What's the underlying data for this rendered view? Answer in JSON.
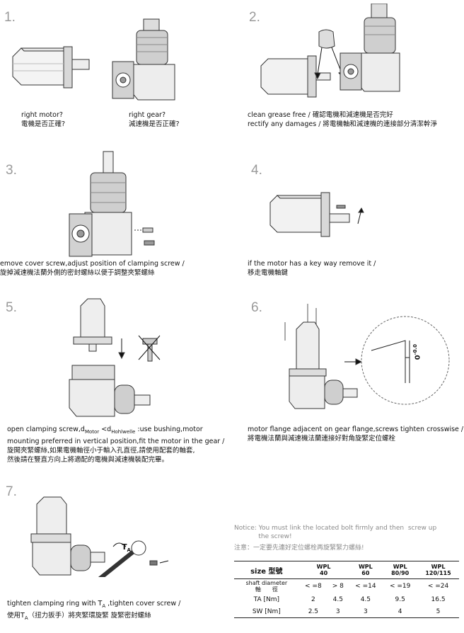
{
  "steps": [
    {
      "number": "1.",
      "captions": [
        {
          "text": "right motor?\n電機是否正確?"
        },
        {
          "text": "right gear?\n減速機是否正確?"
        }
      ]
    },
    {
      "number": "2.",
      "caption": "clean grease free / 確認電機和減速機是否完好\nrectify any damages / 將電機軸和減速機的連接部分清潔幹淨"
    },
    {
      "number": "3.",
      "caption": "emove cover screw,adjust position of clamping screw /\n旋掉減速機法蘭外側的密封螺絲以便于調整夾緊螺絲"
    },
    {
      "number": "4.",
      "caption": "if the motor has a key way remove it /\n移走電機軸鍵"
    },
    {
      "number": "5.",
      "caption_line1_prefix": "open clamping screw,d",
      "sub_motor": "Motor",
      "lt": " <d",
      "sub_hohl": "Hohlwelle",
      "caption_line1_suffix": " :use bushing,motor",
      "caption_rest": "mounting preferred in vertical position,fit the motor in the gear /\n旋開夾緊螺絲,如果電機軸徑小于輸入孔直徑,請使用配套的軸套,\n然後請在豎直方向上將適配的電機與減速機裝配完畢。"
    },
    {
      "number": "6.",
      "caption": "motor flange adjacent on gear flange,screws tighten crosswise /\n將電機法蘭與減速機法蘭連接好對角旋緊定位螺栓"
    },
    {
      "number": "7.",
      "caption_line1_prefix": "tighten clamping ring with T",
      "ta_sub": "A",
      "caption_line1_suffix": " ,tighten cover screw /",
      "caption_line2_prefix": "使用T",
      "caption_line2_suffix": "（扭力扳手）將夾緊環旋緊 旋緊密封螺絲"
    }
  ],
  "figure_labels": {
    "ta": "T",
    "ta_sub": "A",
    "gap": "0",
    "gap_sup": "-0.0"
  },
  "notice": {
    "en": "Notice: You must link the located bolt firmly and then  screw up\n            the screw!",
    "zh": "注意：一定要先連好定位螺栓再旋緊緊力螺絲!"
  },
  "table": {
    "header": {
      "label": "size 型號",
      "models": [
        {
          "brand": "WPL",
          "size": "40"
        },
        {
          "brand": "WPL",
          "size": "60"
        },
        {
          "brand": "WPL",
          "size": "80/90"
        },
        {
          "brand": "WPL",
          "size": "120/115"
        }
      ]
    },
    "rows": [
      {
        "label": "shaft diameter\n軸　　徑",
        "cells": [
          "< =8",
          "> 8",
          "< =14",
          "< =19",
          "< =24"
        ]
      },
      {
        "label": "TA  [Nm]",
        "cells": [
          "2",
          "4.5",
          "4.5",
          "9.5",
          "16.5"
        ]
      },
      {
        "label": "SW  [Nm]",
        "cells": [
          "2.5",
          "3",
          "3",
          "4",
          "5"
        ]
      }
    ]
  }
}
